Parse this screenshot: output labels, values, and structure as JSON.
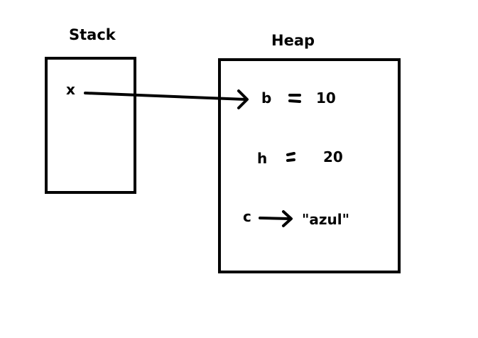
{
  "stack": {
    "title": "Stack",
    "variable": "x"
  },
  "heap": {
    "title": "Heap",
    "fields": {
      "b": {
        "name": "b",
        "value": "10"
      },
      "h": {
        "name": "h",
        "value": "20"
      },
      "c": {
        "name": "c",
        "value": "\"azul\""
      }
    },
    "equals_sign": "="
  },
  "colors": {
    "stroke": "#000000",
    "background": "#ffffff"
  }
}
